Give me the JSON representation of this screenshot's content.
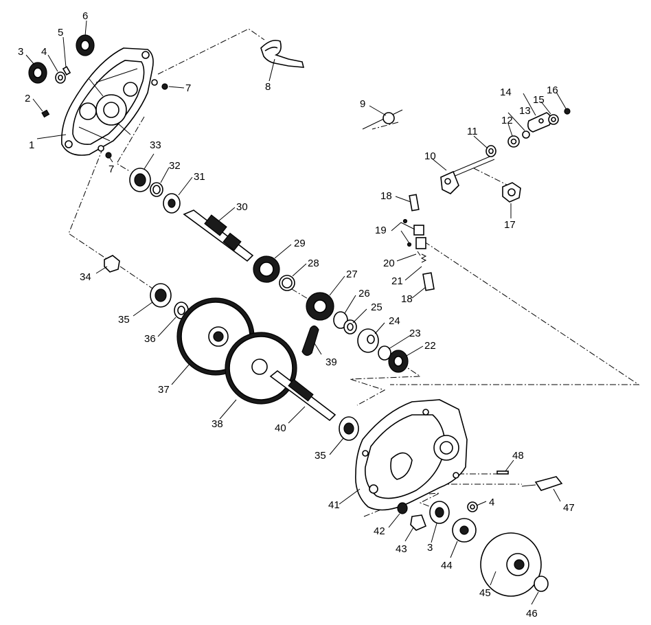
{
  "callouts": {
    "c1": "1",
    "c2": "2",
    "c3a": "3",
    "c3b": "3",
    "c4a": "4",
    "c4b": "4",
    "c5": "5",
    "c6": "6",
    "c7a": "7",
    "c7b": "7",
    "c8": "8",
    "c9": "9",
    "c10": "10",
    "c11": "11",
    "c12": "12",
    "c13": "13",
    "c14": "14",
    "c15": "15",
    "c16": "16",
    "c17": "17",
    "c18a": "18",
    "c18b": "18",
    "c19": "19",
    "c20": "20",
    "c21": "21",
    "c22": "22",
    "c23": "23",
    "c24": "24",
    "c25": "25",
    "c26": "26",
    "c27": "27",
    "c28": "28",
    "c29": "29",
    "c30": "30",
    "c31": "31",
    "c32": "32",
    "c33": "33",
    "c34": "34",
    "c35a": "35",
    "c35b": "35",
    "c36": "36",
    "c37": "37",
    "c38": "38",
    "c39": "39",
    "c40": "40",
    "c41": "41",
    "c42": "42",
    "c43": "43",
    "c44": "44",
    "c45": "45",
    "c46": "46",
    "c47": "47",
    "c48": "48"
  }
}
